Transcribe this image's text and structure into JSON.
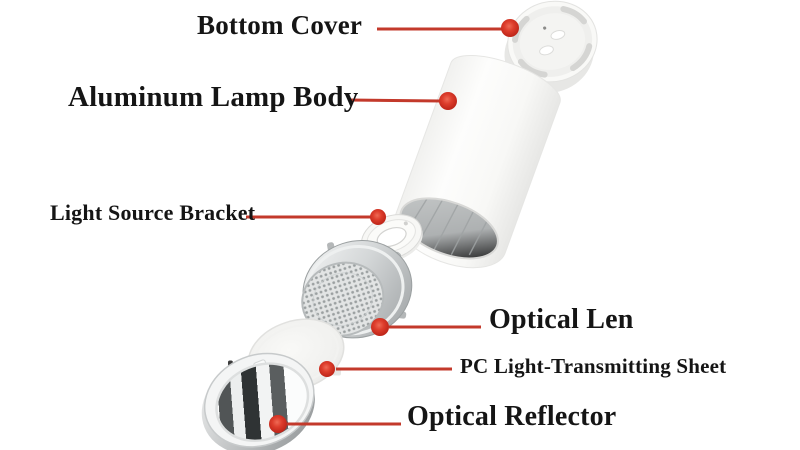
{
  "diagram": {
    "background_color": "#ffffff",
    "callout_color": "#c3392b",
    "callout_dot_color": "#d63a29",
    "label_color": "#151515",
    "parts": [
      {
        "id": "bottom-cover",
        "label": "Bottom Cover"
      },
      {
        "id": "aluminum-lamp-body",
        "label": "Aluminum Lamp Body"
      },
      {
        "id": "light-source-bracket",
        "label": "Light Source Bracket"
      },
      {
        "id": "optical-len",
        "label": "Optical Len"
      },
      {
        "id": "pc-light-transmitting-sheet",
        "label": "PC Light-Transmitting Sheet"
      },
      {
        "id": "optical-reflector",
        "label": "Optical Reflector"
      }
    ]
  }
}
